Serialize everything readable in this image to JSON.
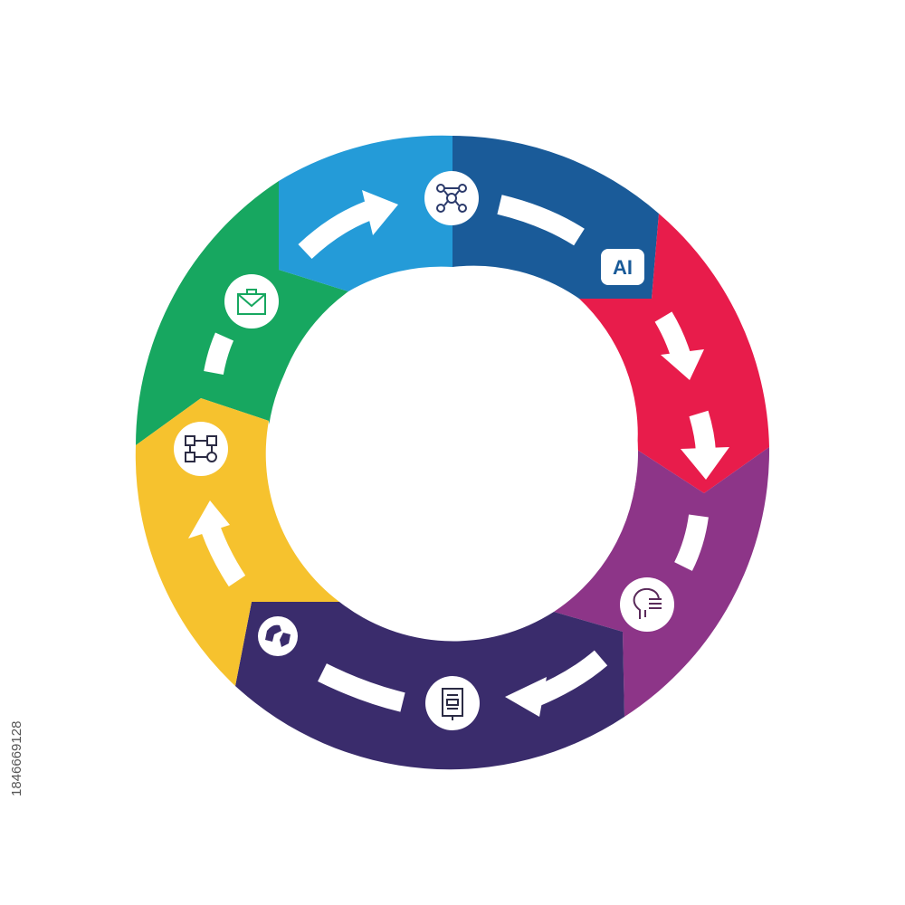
{
  "diagram": {
    "segments": [
      {
        "id": "top-left",
        "color": "#249bd8",
        "icon": "network-nodes-icon"
      },
      {
        "id": "top-right",
        "color": "#1a5b99",
        "icon": "ai-chip-icon"
      },
      {
        "id": "right-upper",
        "color": "#e81c4b",
        "icon": "none"
      },
      {
        "id": "right-lower",
        "color": "#8d3588",
        "icon": "lightbulb-head-icon"
      },
      {
        "id": "bottom",
        "color": "#3a2c6c",
        "icon": "document-report-icon"
      },
      {
        "id": "left-lower",
        "color": "#f6c22e",
        "icon": "flowchart-icon"
      },
      {
        "id": "left-upper",
        "color": "#17a760",
        "icon": "briefcase-icon"
      },
      {
        "id": "bottom-left-icon",
        "color": "#3a2c6c",
        "icon": "globe-icon"
      }
    ],
    "ai_badge": "AI",
    "arrow_color": "#ffffff"
  },
  "watermark": "1846669128"
}
